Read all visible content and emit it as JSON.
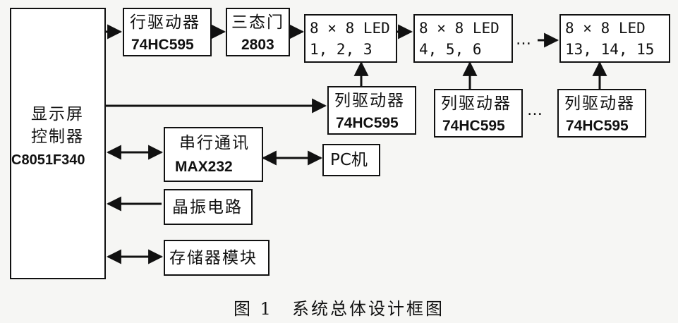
{
  "controller": {
    "line1": "显示屏",
    "line2": "控制器",
    "model": "C8051F340"
  },
  "row_driver": {
    "label": "行驱动器",
    "model": "74HC595"
  },
  "tristate": {
    "label": "三态门",
    "model": "2803"
  },
  "leds": [
    {
      "label": "8 × 8 LED",
      "nums": "1, 2, 3"
    },
    {
      "label": "8 × 8 LED",
      "nums": "4, 5, 6"
    },
    {
      "label": "8 × 8 LED",
      "nums": "13, 14, 15"
    }
  ],
  "col_drivers": [
    {
      "label": "列驱动器",
      "model": "74HC595"
    },
    {
      "label": "列驱动器",
      "model": "74HC595"
    },
    {
      "label": "列驱动器",
      "model": "74HC595"
    }
  ],
  "ellipsis": "…",
  "serial": {
    "label": "串行通讯",
    "model": "MAX232"
  },
  "pc": {
    "label": "PC机"
  },
  "crystal": {
    "label": "晶振电路"
  },
  "storage": {
    "label": "存储器模块"
  },
  "caption": "图 1　系统总体设计框图"
}
